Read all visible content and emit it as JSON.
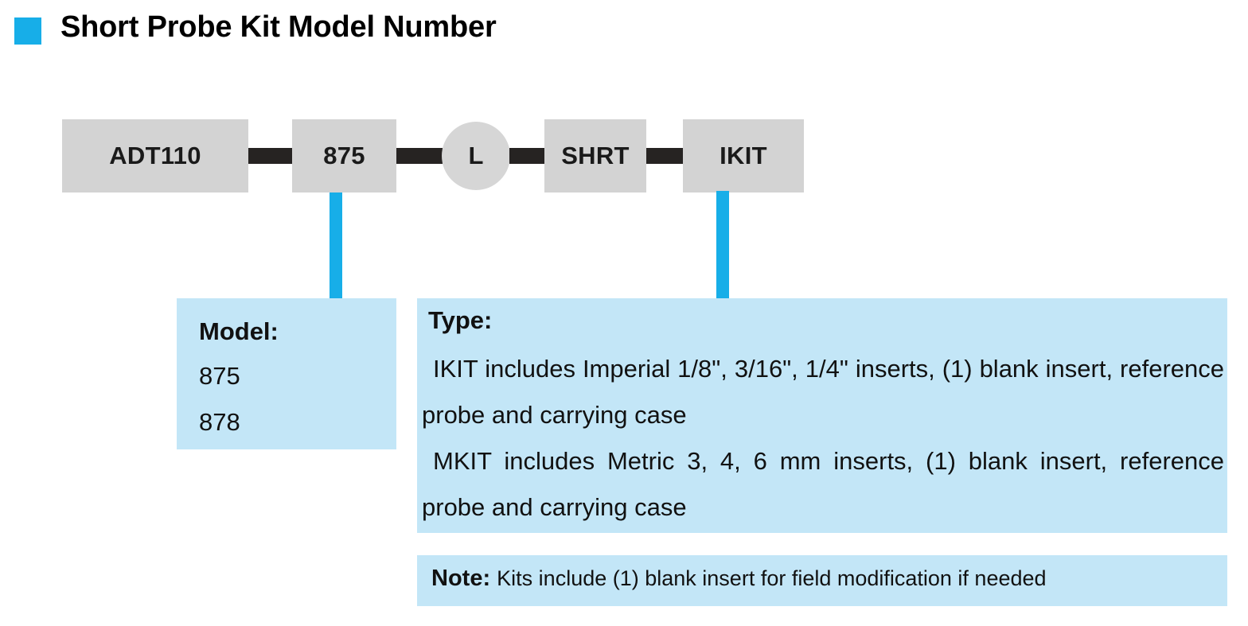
{
  "header": {
    "bullet_icon": "square-bullet-icon",
    "title": "Short Probe Kit Model Number",
    "accent_color": "#17AEE8"
  },
  "model_number": {
    "segments": [
      {
        "label": "ADT110",
        "shape": "box"
      },
      {
        "label": "875",
        "shape": "box"
      },
      {
        "label": "L",
        "shape": "circle"
      },
      {
        "label": "SHRT",
        "shape": "box"
      },
      {
        "label": "IKIT",
        "shape": "box"
      }
    ],
    "box_fill": "#D3D3D3",
    "connector_color": "#262322"
  },
  "callouts": {
    "model": {
      "heading": "Model:",
      "values": [
        "875",
        "878"
      ],
      "fill": "#C3E6F7"
    },
    "type": {
      "heading": "Type:",
      "lines": [
        "IKIT includes Imperial 1/8\", 3/16\", 1/4\" inserts, (1) blank insert, reference probe and carrying case",
        "MKIT includes Metric 3, 4, 6 mm inserts, (1) blank insert, reference probe and carrying case"
      ],
      "fill": "#C3E6F7"
    },
    "note": {
      "label": "Note:",
      "text": "Kits include (1) blank insert for field modification if needed",
      "fill": "#C3E6F7"
    }
  }
}
